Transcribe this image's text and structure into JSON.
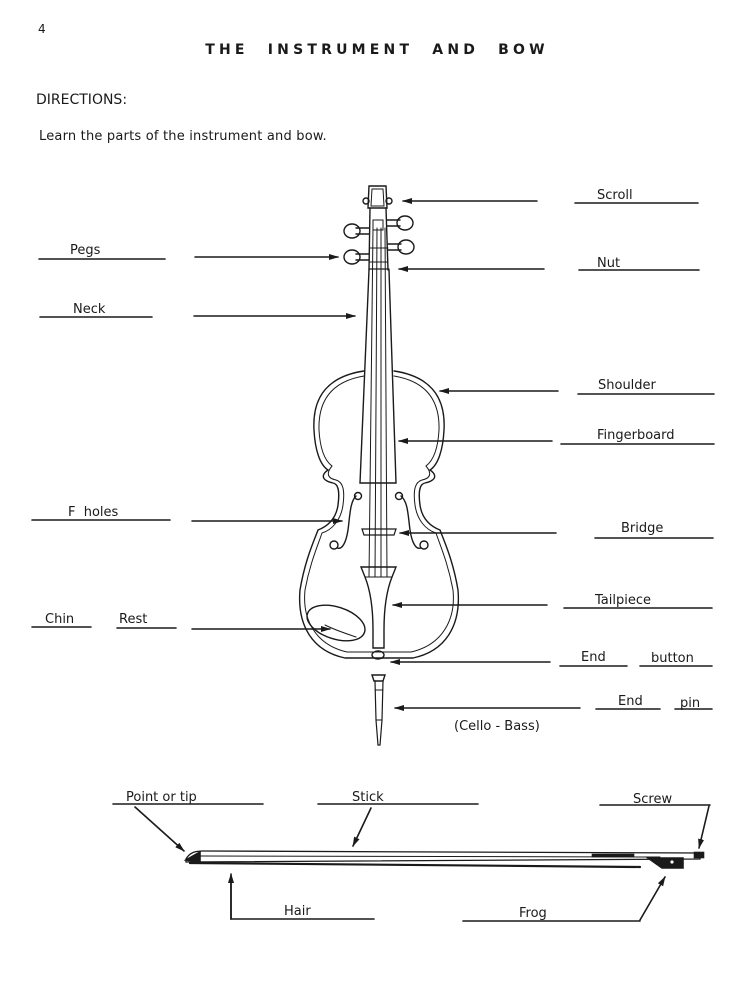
{
  "page": {
    "number": "4",
    "title": "THE INSTRUMENT AND BOW",
    "directions_heading": "DIRECTIONS:",
    "directions_text": "Learn the parts of the instrument and bow."
  },
  "instrument": {
    "labels": {
      "scroll": "Scroll",
      "pegs": "Pegs",
      "nut": "Nut",
      "neck": "Neck",
      "shoulder": "Shoulder",
      "fingerboard": "Fingerboard",
      "f_holes": "F  holes",
      "bridge": "Bridge",
      "tailpiece": "Tailpiece",
      "chin": "Chin",
      "rest": "Rest",
      "end_button_1": "End",
      "end_button_2": "button",
      "end_pin_1": "End",
      "end_pin_2": "pin"
    },
    "end_pin_note": "(Cello - Bass)"
  },
  "bow": {
    "labels": {
      "point_or_tip": "Point or tip",
      "stick": "Stick",
      "screw": "Screw",
      "hair": "Hair",
      "frog": "Frog"
    }
  },
  "colors": {
    "ink": "#1a1a1a",
    "paper": "#ffffff"
  }
}
